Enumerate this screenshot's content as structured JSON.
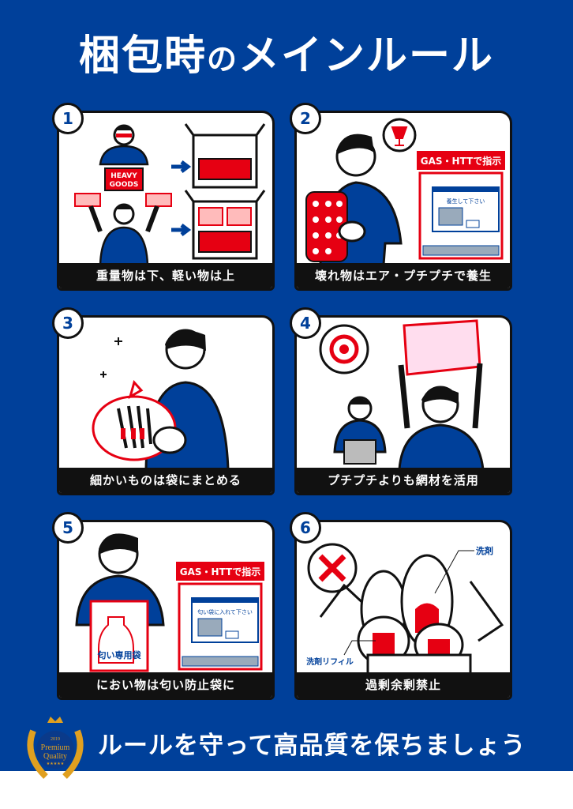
{
  "title": {
    "main": "梱包時",
    "connector": "の",
    "rest": "メインルール"
  },
  "panels": [
    {
      "number": "1",
      "caption": "重量物は下、軽い物は上",
      "labels": {
        "heavy": "HEAVY",
        "goods": "GOODS"
      }
    },
    {
      "number": "2",
      "caption": "壊れ物はエア・プチプチで養生",
      "labels": {
        "banner": "GAS・HTTで指示",
        "screen": "養生して下さい"
      }
    },
    {
      "number": "3",
      "caption": "細かいものは袋にまとめる"
    },
    {
      "number": "4",
      "caption": "プチプチよりも網材を活用"
    },
    {
      "number": "5",
      "caption": "におい物は匂い防止袋に",
      "labels": {
        "banner": "GAS・HTTで指示",
        "screen": "匂い袋に入れて下さい",
        "bag": "匂い専用袋"
      }
    },
    {
      "number": "6",
      "caption": "過剰余剰禁止",
      "labels": {
        "detergent": "洗剤",
        "refill": "洗剤リフィル"
      }
    }
  ],
  "badge": {
    "year": "2019",
    "line1": "Premium",
    "line2": "Quality",
    "stars": "★★★★★"
  },
  "footer": {
    "slogan": "ルールを守って高品質を保ちましょう"
  },
  "colors": {
    "background": "#00409a",
    "accent_red": "#e60012",
    "ink": "#111111",
    "gold": "#e0a020"
  }
}
